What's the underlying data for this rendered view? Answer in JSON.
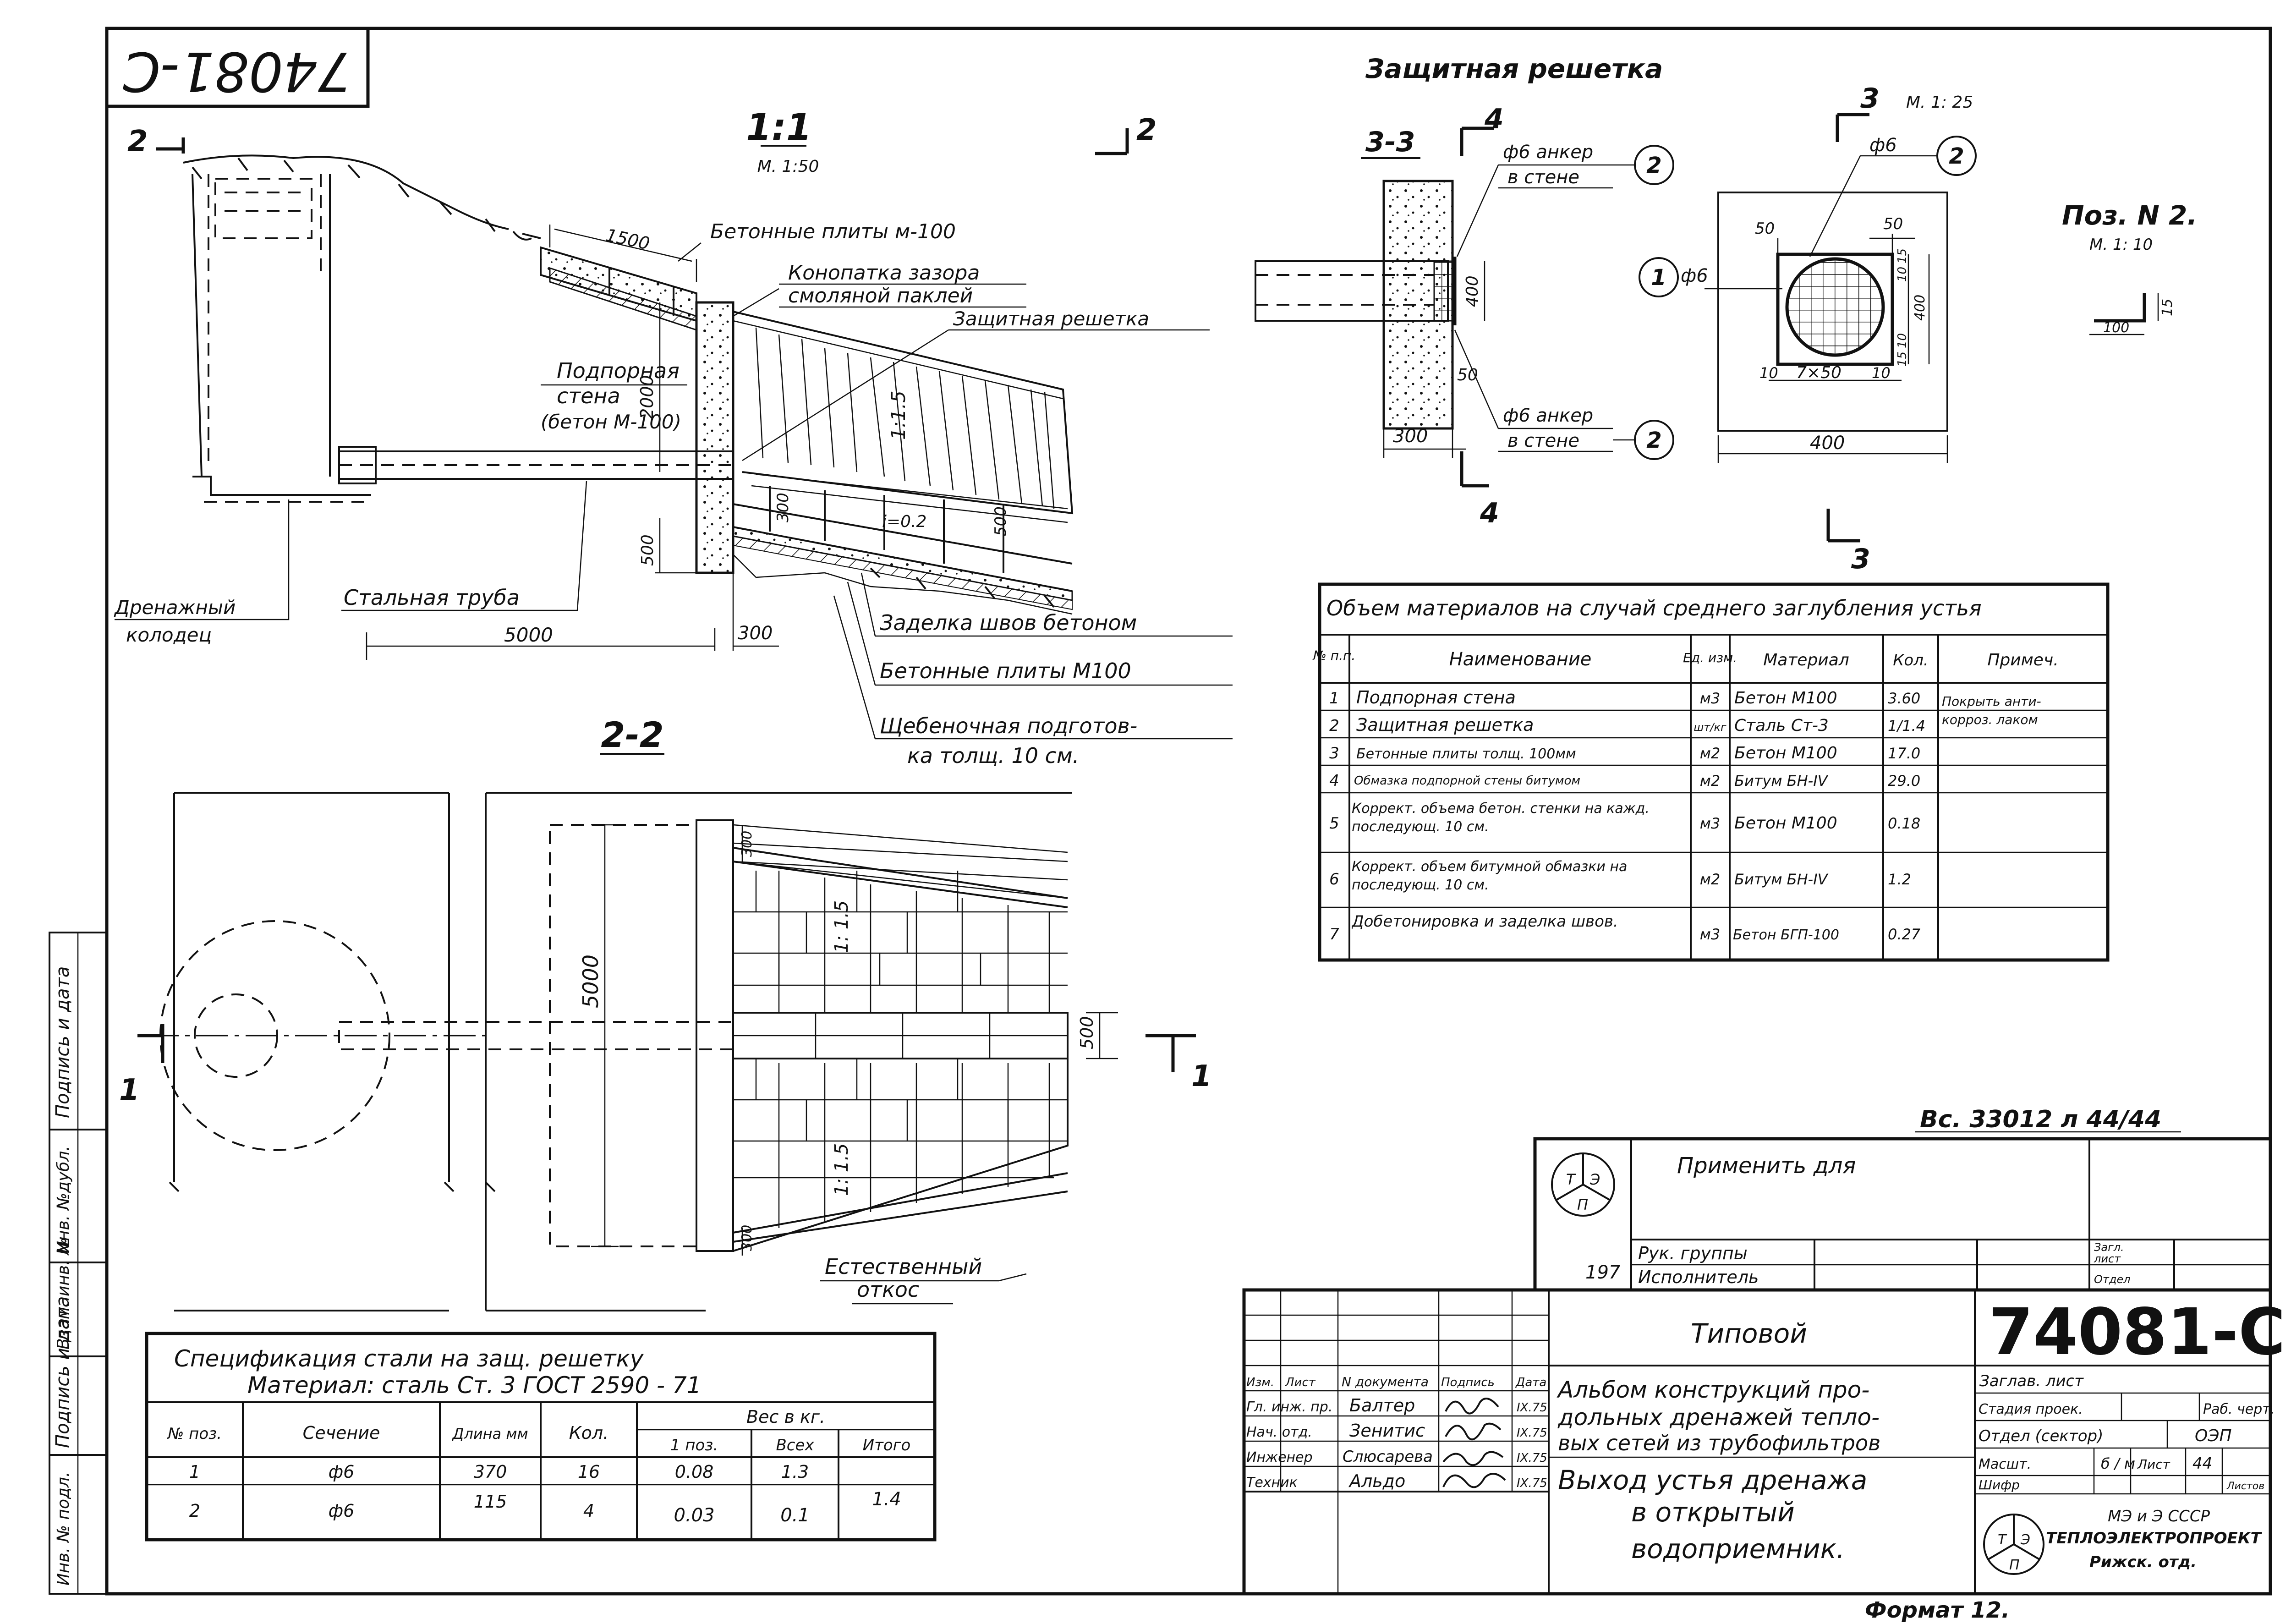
{
  "sheet": {
    "rotated_number": "74081-C",
    "format_label": "Формат 12.",
    "handwritten_note": "Вс. 33012 л 44/44"
  },
  "side_strip": [
    "Подпись и дата",
    "Инв. №дубл.",
    "Взам. инв. №",
    "Подпись и дата",
    "Инв. № подл."
  ],
  "section_1_1": {
    "title": "1:1",
    "scale": "М. 1:50",
    "cut_mark": "2",
    "dims": {
      "d1500": "1500",
      "d2000": "2000",
      "d500": "500",
      "d5000": "5000",
      "d300": "300",
      "d300b": "300",
      "d500b": "500"
    },
    "slope": "1:1.5",
    "gradient": "i=0.2",
    "labels": {
      "concrete_slabs": "Бетонные плиты м-100",
      "caulking_1": "Конопатка зазора",
      "caulking_2": "смоляной паклей",
      "grate": "Защитная решетка",
      "wall_1": "Подпорная",
      "wall_2": "стена",
      "wall_3": "(бетон М-100)",
      "pipe": "Стальная труба",
      "well_1": "Дренажный",
      "well_2": "колодец",
      "joints": "Заделка швов бетоном",
      "slabs_m100": "Бетонные плиты М100",
      "gravel_1": "Щебеночная подготов-",
      "gravel_2": "ка толщ. 10 см."
    }
  },
  "section_2_2": {
    "title": "2-2",
    "dims": {
      "d5000": "5000",
      "d500": "500",
      "d300t": "300",
      "d300b": "300"
    },
    "slope_top": "1: 1.5",
    "slope_bottom": "1: 1.5",
    "cut_mark": "1",
    "natural_slope_1": "Естественный",
    "natural_slope_2": "откос"
  },
  "grate_detail": {
    "title": "Защитная решетка",
    "section_3_3": "3-3",
    "mark_4": "4",
    "anchor_1": "ф6 анкер",
    "anchor_2": "в стене",
    "pos2": "2",
    "d400": "400",
    "d50": "50",
    "d300": "300",
    "view3_label": "3",
    "view3_scale": "М. 1: 25",
    "phi6": "ф6",
    "pos1": "1",
    "d50a": "50",
    "d50b": "50",
    "d10": "10",
    "d15": "15",
    "d7x50": "7×50",
    "d400w": "400",
    "d400h": "400",
    "poz2_title": "Поз. N 2.",
    "poz2_scale": "М. 1: 10",
    "poz2_d15": "15",
    "poz2_d100": "100"
  },
  "materials_table": {
    "title": "Объем материалов на случай среднего заглубления устья",
    "headers": [
      "№ п.п.",
      "Наименование",
      "Ед. изм.",
      "Материал",
      "Кол.",
      "Примеч."
    ],
    "rows": [
      [
        "1",
        "Подпорная стена",
        "м3",
        "Бетон М100",
        "3.60",
        "Покрыть анти-"
      ],
      [
        "2",
        "Защитная решетка",
        "шт/кг",
        "Сталь Ст-3",
        "1/1.4",
        "корроз. лаком"
      ],
      [
        "3",
        "Бетонные плиты толщ. 100мм",
        "м2",
        "Бетон М100",
        "17.0",
        ""
      ],
      [
        "4",
        "Обмазка подпорной стены битумом",
        "м2",
        "Битум БН-IV",
        "29.0",
        ""
      ],
      [
        "5",
        "Коррект. объема бетон. стенки на кажд. последующ. 10 см.",
        "м3",
        "Бетон М100",
        "0.18",
        ""
      ],
      [
        "6",
        "Коррект. объем битумной обмазки на последующ. 10 см.",
        "м2",
        "Битум БН-IV",
        "1.2",
        ""
      ],
      [
        "7",
        "Добетонировка и заделка швов.",
        "м3",
        "Бетон БГП-100",
        "0.27",
        ""
      ]
    ]
  },
  "steel_spec": {
    "title_1": "Спецификация стали на защ. решетку",
    "title_2": "Материал: сталь Ст. 3 ГОСТ 2590 - 71",
    "headers": {
      "pos": "№ поз.",
      "section": "Сечение",
      "length": "Длина мм",
      "qty": "Кол.",
      "weight": "Вес в кг.",
      "per1": "1 поз.",
      "all": "Всех",
      "total": "Итого"
    },
    "rows": [
      [
        "1",
        "ф6",
        "370",
        "16",
        "0.08",
        "1.3"
      ],
      [
        "2",
        "ф6",
        "115",
        "4",
        "0.03",
        "0.1"
      ]
    ],
    "total_value": "1.4"
  },
  "title_block": {
    "apply_for": "Применить для",
    "year": "197",
    "group_head": "Рук. группы",
    "executor": "Исполнитель",
    "sheet_head_1": "Загл.",
    "sheet_head_2": "лист",
    "dept": "Отдел",
    "typical": "Типовой",
    "number": "74081-С",
    "roles_header": [
      "Изм.",
      "Лист",
      "N документа",
      "Подпись",
      "Дата"
    ],
    "people": [
      {
        "role": "Гл. инж. пр.",
        "name": "Балтер",
        "date": "IX.75"
      },
      {
        "role": "Нач. отд.",
        "name": "Зенитис",
        "date": "IX.75"
      },
      {
        "role": "Инженер",
        "name": "Слюсарева",
        "date": "IX.75"
      },
      {
        "role": "Техник",
        "name": "Альдо",
        "date": "IX.75"
      }
    ],
    "album_1": "Альбом конструкций про-",
    "album_2": "дольных дренажей тепло-",
    "album_3": "вых сетей из трубофильтров",
    "drawing_1": "Выход устья дренажа",
    "drawing_2": "в открытый",
    "drawing_3": "водоприемник.",
    "zag_list": "Заглав. лист",
    "stage_label": "Стадия проек.",
    "stage_value": "Раб. черт.",
    "dept_label": "Отдел (сектор)",
    "dept_value": "ОЭП",
    "scale_label": "Масшт.",
    "scale_value": "б / м",
    "sheet_label": "Лист",
    "sheet_value": "44",
    "cipher_label": "Шифр",
    "sheets_label": "Листов",
    "org_1": "МЭ и Э СССР",
    "org_2": "ТЕПЛОЭЛЕКТРОПРОЕКТ",
    "org_3": "Рижск. отд."
  }
}
